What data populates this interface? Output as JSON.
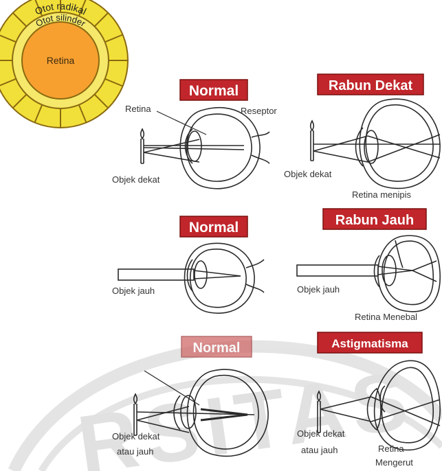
{
  "ring_diagram": {
    "outer_label": "Otot radikal",
    "middle_label": "Otot silinder",
    "center_label": "Retina",
    "colors": {
      "outer": "#f2e03a",
      "inner_fill": "#f7a030",
      "stroke": "#8a6a10"
    }
  },
  "rows": [
    {
      "left": {
        "badge": "Normal",
        "labels": {
          "retina": "Retina",
          "receptor": "Reseptor",
          "object": "Objek dekat"
        }
      },
      "right": {
        "badge": "Rabun Dekat",
        "labels": {
          "object": "Objek dekat",
          "note": "Retina menipis"
        }
      }
    },
    {
      "left": {
        "badge": "Normal",
        "labels": {
          "object": "Objek jauh"
        }
      },
      "right": {
        "badge": "Rabun Jauh",
        "labels": {
          "object": "Objek jauh",
          "note": "Retina Menebal"
        }
      }
    },
    {
      "left": {
        "badge": "Normal",
        "labels": {
          "object_line1": "Objek dekat",
          "object_line2": "atau jauh"
        }
      },
      "right": {
        "badge": "Astigmatisma",
        "labels": {
          "object_line1": "Objek dekat",
          "object_line2": "atau jauh",
          "note_line1": "Retina",
          "note_line2": "Mengerut"
        }
      }
    }
  ],
  "watermark": {
    "text": "RSITAS"
  },
  "colors": {
    "badge_bg": "#c0262b",
    "badge_text": "#ffffff",
    "line": "#2a2a2a",
    "label": "#333333"
  }
}
